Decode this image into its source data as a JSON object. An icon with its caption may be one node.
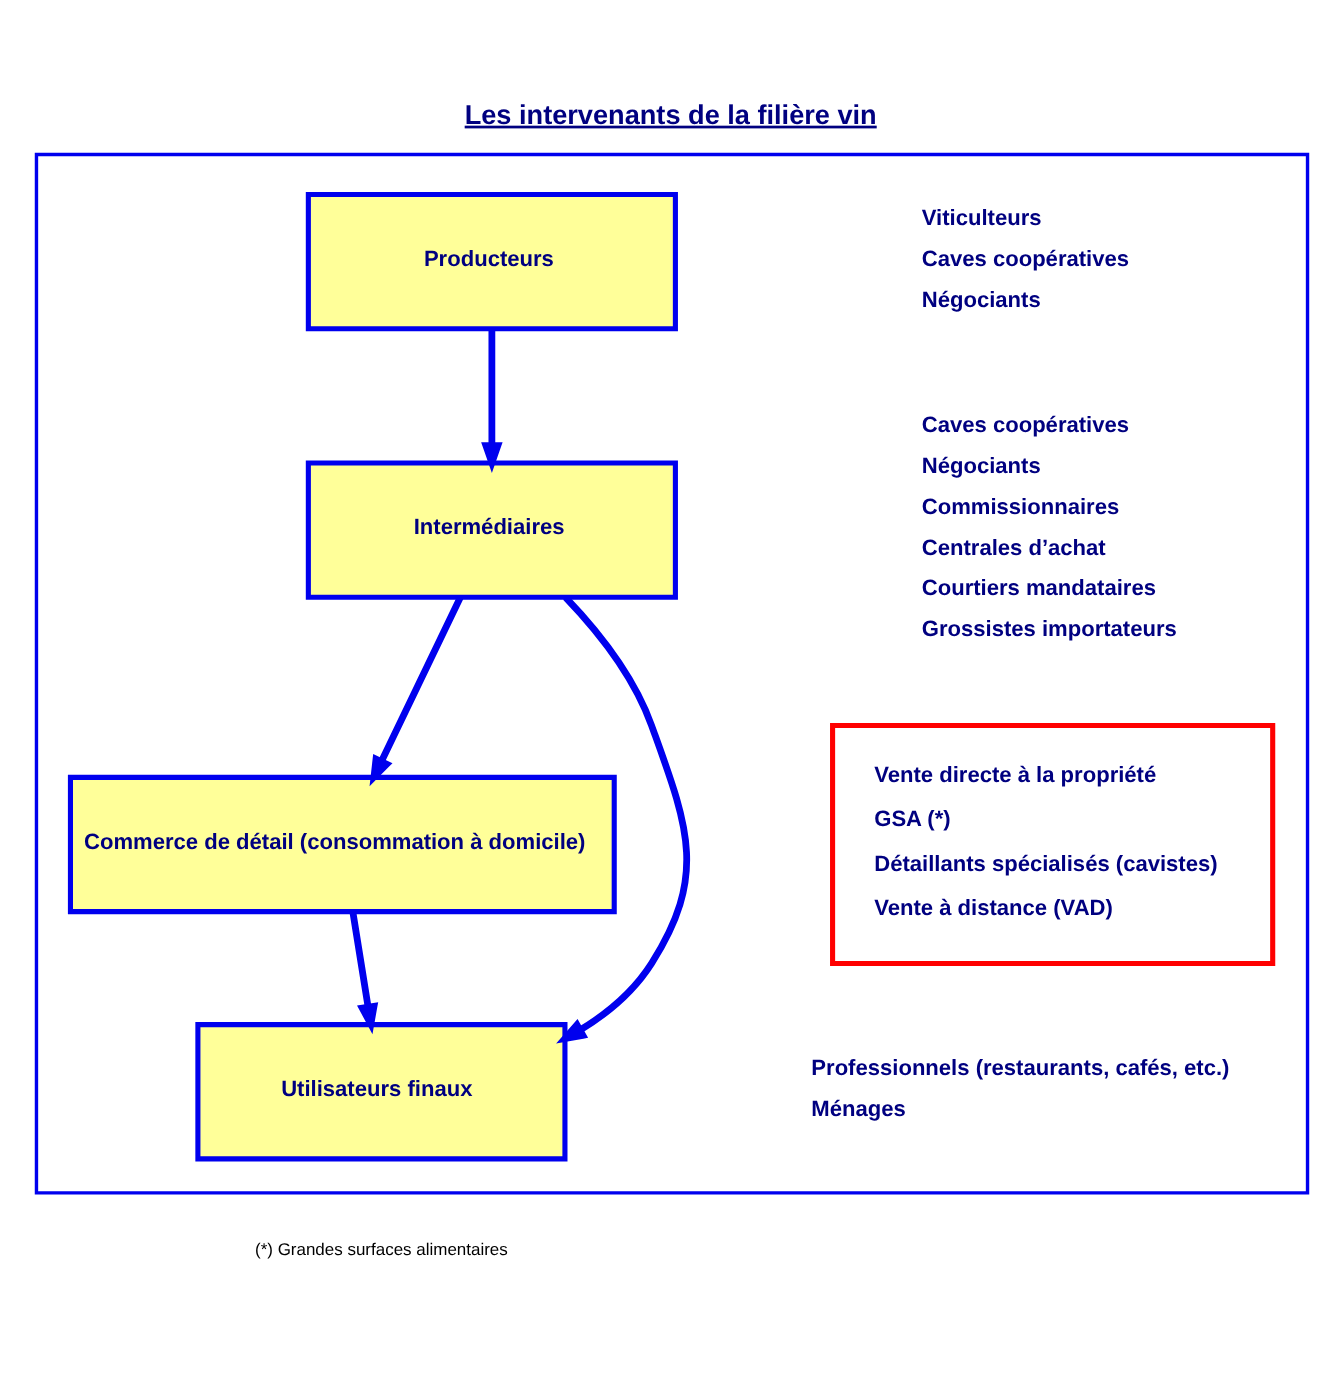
{
  "diagram": {
    "title": "Les intervenants de la filière vin",
    "caption": "(*) Grandes surfaces alimentaires",
    "nodes": [
      {
        "text": [],
        "shape": "box"
      },
      {
        "text": [
          "Producteurs"
        ],
        "in": 0,
        "beside": [
          "Viticulteurs",
          "Caves coopératives",
          "Négociants"
        ]
      },
      {
        "text": [
          "Intermédiaires"
        ],
        "in": 0,
        "beside": [
          "Caves coopératives",
          "Négociants",
          "Commissionnaires",
          "Centrales d’achat",
          "Courtiers mandataires",
          "Grossistes importateurs"
        ]
      },
      {
        "text": [
          "Commerce de détail (consommation à domicile)"
        ],
        "in": 0
      },
      {
        "text": [
          "Vente directe à la propriété",
          "GSA (*)",
          "Détaillants spécialisés (cavistes)",
          "Vente à distance (VAD)"
        ],
        "in": 0
      },
      {
        "text": [
          "Utilisateurs finaux"
        ],
        "in": 0,
        "beside": [
          "Professionnels (restaurants, cafés, etc.)",
          "Ménages"
        ]
      }
    ],
    "edges": [
      {
        "from": 1,
        "to": 2,
        "arrow": "to"
      },
      {
        "from": 2,
        "to": 3,
        "arrow": "to"
      },
      {
        "from": 3,
        "to": 5,
        "arrow": "to"
      },
      {
        "from": 2,
        "to": 5,
        "arrow": "to"
      }
    ]
  }
}
